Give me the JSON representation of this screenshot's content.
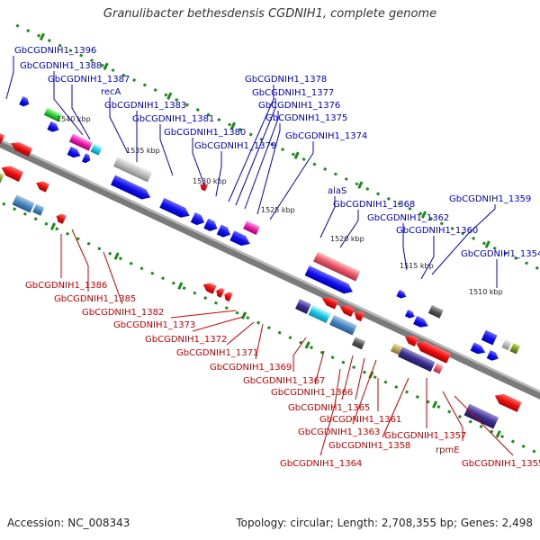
{
  "title": "Granulibacter bethesdensis CGDNIH1, complete genome",
  "footer": {
    "accession": "Accession: NC_008343",
    "topology": "Topology: circular; Length: 2,708,355 bp; Genes: 2,498"
  },
  "colors": {
    "forward_label": "#0000cc",
    "reverse_label": "#cc0000",
    "backbone": "#777777",
    "tick": "#1a8c1a",
    "forward_gene": "#0000ee",
    "reverse_gene": "#ee0000"
  },
  "ruler_labels": [
    "1540 kbp",
    "1535 kbp",
    "1530 kbp",
    "1525 kbp",
    "1520 kbp",
    "1515 kbp",
    "1510 kbp"
  ],
  "forward_labels": [
    "GbCGDNIH1_1396",
    "GbCGDNIH1_1388",
    "GbCGDNIH1_1387",
    "recA",
    "GbCGDNIH1_1383",
    "GbCGDNIH1_1381",
    "GbCGDNIH1_1380",
    "GbCGDNIH1_1379",
    "GbCGDNIH1_1378",
    "GbCGDNIH1_1377",
    "GbCGDNIH1_1376",
    "GbCGDNIH1_1375",
    "GbCGDNIH1_1374",
    "alaS",
    "GbCGDNIH1_1368",
    "GbCGDNIH1_1362",
    "GbCGDNIH1_1359",
    "GbCGDNIH1_1360",
    "GbCGDNIH1_1354"
  ],
  "reverse_labels": [
    "GbCGDNIH1_1386",
    "GbCGDNIH1_1385",
    "GbCGDNIH1_1382",
    "GbCGDNIH1_1373",
    "GbCGDNIH1_1372",
    "GbCGDNIH1_1371",
    "GbCGDNIH1_1369",
    "GbCGDNIH1_1367",
    "GbCGDNIH1_1366",
    "GbCGDNIH1_1365",
    "GbCGDNIH1_1361",
    "GbCGDNIH1_1363",
    "GbCGDNIH1_1358",
    "GbCGDNIH1_1357",
    "rpmE",
    "GbCGDNIH1_1364",
    "GbCGDNIH1_1355"
  ]
}
